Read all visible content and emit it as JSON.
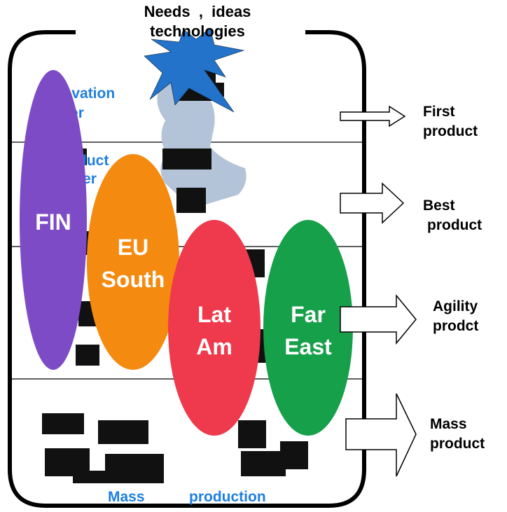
{
  "header": {
    "line1": "Needs  ,  ideas",
    "line2": "technologies"
  },
  "stage_labels": [
    {
      "line1": "Innovation",
      "line2": "leader"
    },
    {
      "line1": "Product",
      "line2": "leader"
    }
  ],
  "ellipses": [
    {
      "id": "fin",
      "line1": "FIN",
      "line2": "",
      "color": "#7e4bc7"
    },
    {
      "id": "eu-south",
      "line1": "EU",
      "line2": "South",
      "color": "#f58a10"
    },
    {
      "id": "lat-am",
      "line1": "Lat",
      "line2": "Am",
      "color": "#ee3a4c"
    },
    {
      "id": "far-east",
      "line1": "Far",
      "line2": "East",
      "color": "#16a04a"
    }
  ],
  "outputs": [
    {
      "line1": "First",
      "line2": "product"
    },
    {
      "line1": "Best",
      "line2": "product"
    },
    {
      "line1": "Agility",
      "line2": "prodct"
    },
    {
      "line1": "Mass",
      "line2": "product"
    }
  ],
  "footer": {
    "left": "Mass",
    "right": "production"
  },
  "colors": {
    "label_blue": "#1f7fe0",
    "star_blue": "#2273c9",
    "map_grey": "#b3c4d8",
    "arrow_stroke": "#000000"
  }
}
